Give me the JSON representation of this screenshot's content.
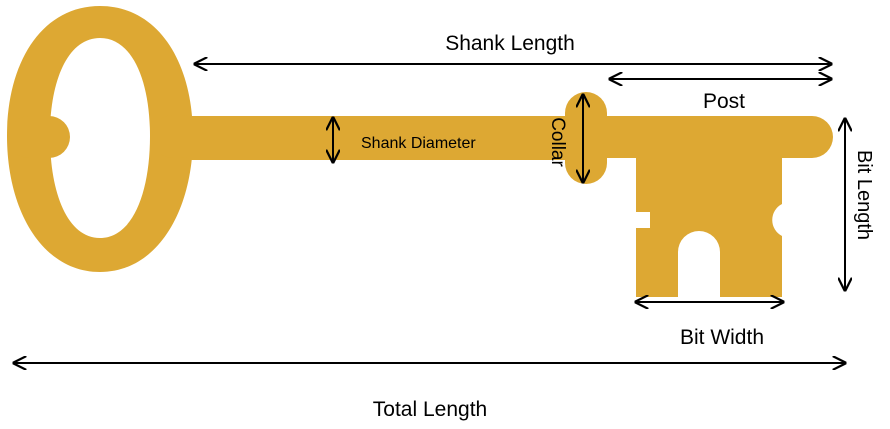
{
  "colors": {
    "key": "#DDA833",
    "arrow": "#000000",
    "background": "#FFFFFF"
  },
  "labels": {
    "shank_length": "Shank Length",
    "post": "Post",
    "shank_diameter": "Shank Diameter",
    "collar": "Collar",
    "bit_length": "Bit Length",
    "bit_width": "Bit Width",
    "total_length": "Total Length"
  }
}
